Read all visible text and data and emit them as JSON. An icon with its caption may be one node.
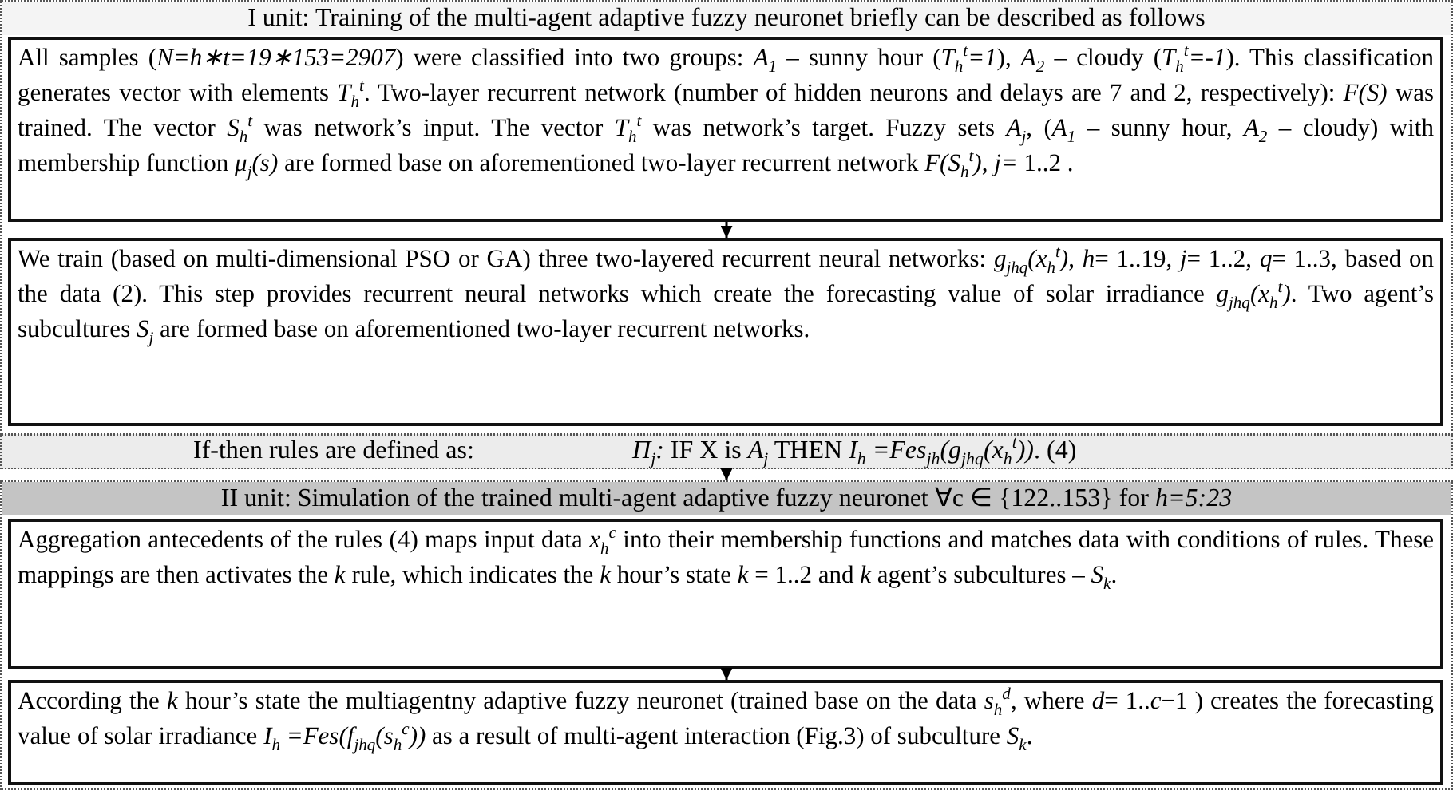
{
  "diagram": {
    "nodes": [
      {
        "text": [
          "I unit: Training of the multi-agent adaptive fuzzy neuronet briefly can be described as follows"
        ]
      },
      {
        "text": [
          "All samples (*N=h∗t=19∗153=2907*) were classified into two groups: *A$_{1}$* – sunny hour (*T$_{h}$$^{t}$=1*), *A$_{2}$* – cloudy (*T$_{h}$$^{t}$=-1*). This classification generates vector with elements *T$_{h}$$^{t}$*. Two-layer recurrent network (number of hidden neurons and delays are 7 and 2, respectively): *F(S)* was trained. The vector *S$_{h}$$^{t}$* was network’s input. The vector *T$_{h}$$^{t}$* was network’s target. Fuzzy sets *A$_{j}$*, (*A$_{1}$* – sunny hour, *A$_{2}$* – cloudy) with membership function *μ$_{j}$(s)* are formed base on aforementioned two-layer recurrent network *F(S$_{h}$$^{t}$)*, *j=* 1..2 ."
        ],
        "in": 0
      },
      {
        "text": [
          "We train (based on multi-dimensional PSO or GA) three two-layered recurrent neural networks: *g$_{jhq}$(x$_{h}$$^{t}$)*, *h*= 1..19, *j*= 1..2, *q*= 1..3, based on the data (2). This step provides recurrent neural networks which create the forecasting value of solar irradiance *g$_{jhq}$(x$_{h}$$^{t}$)*. Two agent’s subcultures *S$_{j}$* are formed base on aforementioned two-layer recurrent networks."
        ],
        "in": 0
      },
      {
        "text": [
          "If-then rules are defined as:",
          "*Π$_{j}$:* IF X is *A$_{j}$* THEN *I$_{h}$ =Fes$_{jh}$(g$_{jhq}$(x$_{h}$$^{t}$))*.   (4)"
        ]
      },
      {
        "text": [
          "II unit: Simulation of the trained multi-agent adaptive fuzzy neuronet ∀c ∈ {122..153} for *h=5:23*"
        ]
      },
      {
        "text": [
          "Aggregation antecedents of the rules (4) maps input data *x$_{h}$$^{c}$* into their membership functions and matches data with conditions of rules. These mappings are then activates the *k* rule, which indicates the *k* hour’s state *k* = 1..2 and *k* agent’s subcultures – *S$_{k}$*."
        ],
        "in": 4
      },
      {
        "text": [
          "According the *k* hour’s state the multiagentny adaptive fuzzy neuronet (trained base on the data *s$_{h}$$^{d}$*, where *d*= 1..*c*−1 ) creates the forecasting value of solar irradiance *I$_{h}$ =Fes(f$_{jhq}$(s$_{h}$$^{c}$))* as a result of multi-agent interaction (Fig.3) of subculture *S$_{k}$*."
        ],
        "in": 4
      }
    ],
    "edges": [
      {
        "from": 1,
        "to": 2,
        "arrow": "to"
      },
      {
        "from": 3,
        "to": 4,
        "arrow": "to"
      },
      {
        "from": 5,
        "to": 6,
        "arrow": "to"
      }
    ]
  }
}
